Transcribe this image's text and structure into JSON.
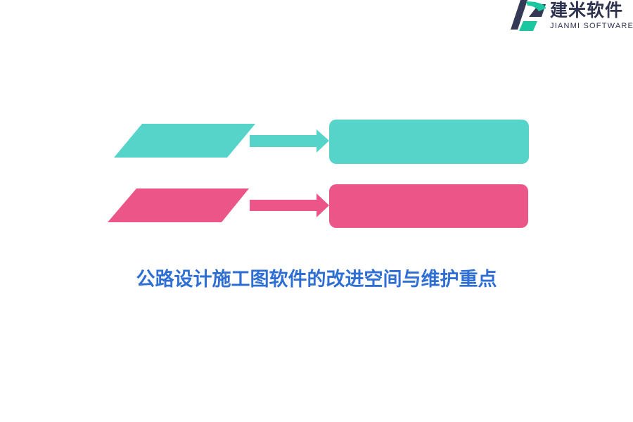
{
  "logo": {
    "name": "建米软件",
    "subtitle": "JIANMI SOFTWARE"
  },
  "diagram": {
    "rows": [
      {
        "color": "#57d4c9",
        "input_label": "",
        "output_label": ""
      },
      {
        "color": "#ec5588",
        "input_label": "",
        "output_label": ""
      }
    ]
  },
  "caption": "公路设计施工图软件的改进空间与维护重点",
  "colors": {
    "caption": "#2f6fd4",
    "logo_text": "#2e3350",
    "logo_green": "#1bc6a0"
  }
}
